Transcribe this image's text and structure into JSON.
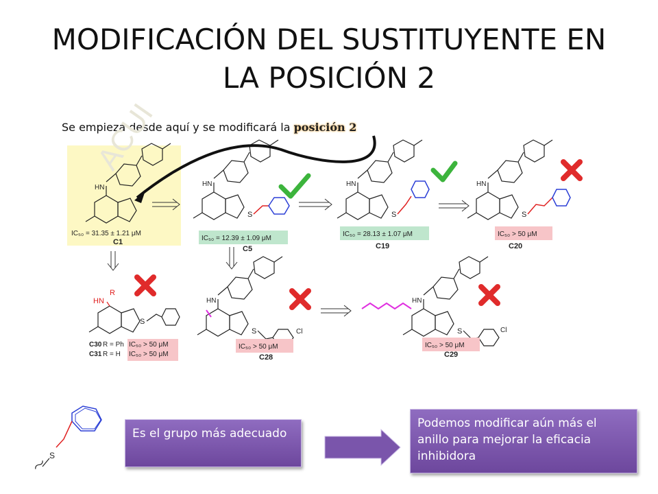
{
  "title_line1": "MODIFICACIÓN DEL SUSTITUYENTE EN",
  "title_line2": "LA POSICIÓN 2",
  "subtitle_prefix": "Se empieza desde aquí y se modificará la ",
  "subtitle_bold": "posición 2",
  "watermark": "ACUI",
  "compounds": {
    "c1": {
      "label": "C1",
      "ic50": "IC₅₀ = 31.35 ± 1.21  μM"
    },
    "c5": {
      "label": "C5",
      "ic50": "IC₅₀ = 12.39 ± 1.09 μM"
    },
    "c19": {
      "label": "C19",
      "ic50": "IC₅₀ = 28.13 ± 1.07 μM"
    },
    "c20": {
      "label": "C20",
      "ic50": "IC₅₀ > 50  μM"
    },
    "c28": {
      "label": "C28",
      "ic50": "IC₅₀ > 50  μM"
    },
    "c29": {
      "label": "C29",
      "ic50": "IC₅₀ > 50  μM"
    },
    "c30": {
      "label": "C30",
      "r": "R = Ph",
      "ic50": "IC₅₀ > 50 μM"
    },
    "c31": {
      "label": "C31",
      "r": "R = H",
      "ic50": "IC₅₀ > 50 μM"
    }
  },
  "atoms": {
    "hn": "HN",
    "n": "N",
    "s": "S",
    "cl": "Cl",
    "r": "R"
  },
  "box_left": "Es el grupo más adecuado",
  "box_right": "Podemos modificar aún más el anillo para mejorar la eficacia inhibidora",
  "colors": {
    "highlight_yellow": "#fdf8c4",
    "highlight_green": "#bfe6cd",
    "highlight_red": "#f7c5c8",
    "check": "#3cb43c",
    "cross": "#e02b2b",
    "substituent_blue": "#2b3fd6",
    "chain_red": "#e02020",
    "chain_magenta": "#e030e0",
    "box_purple": "#7a55ab"
  }
}
